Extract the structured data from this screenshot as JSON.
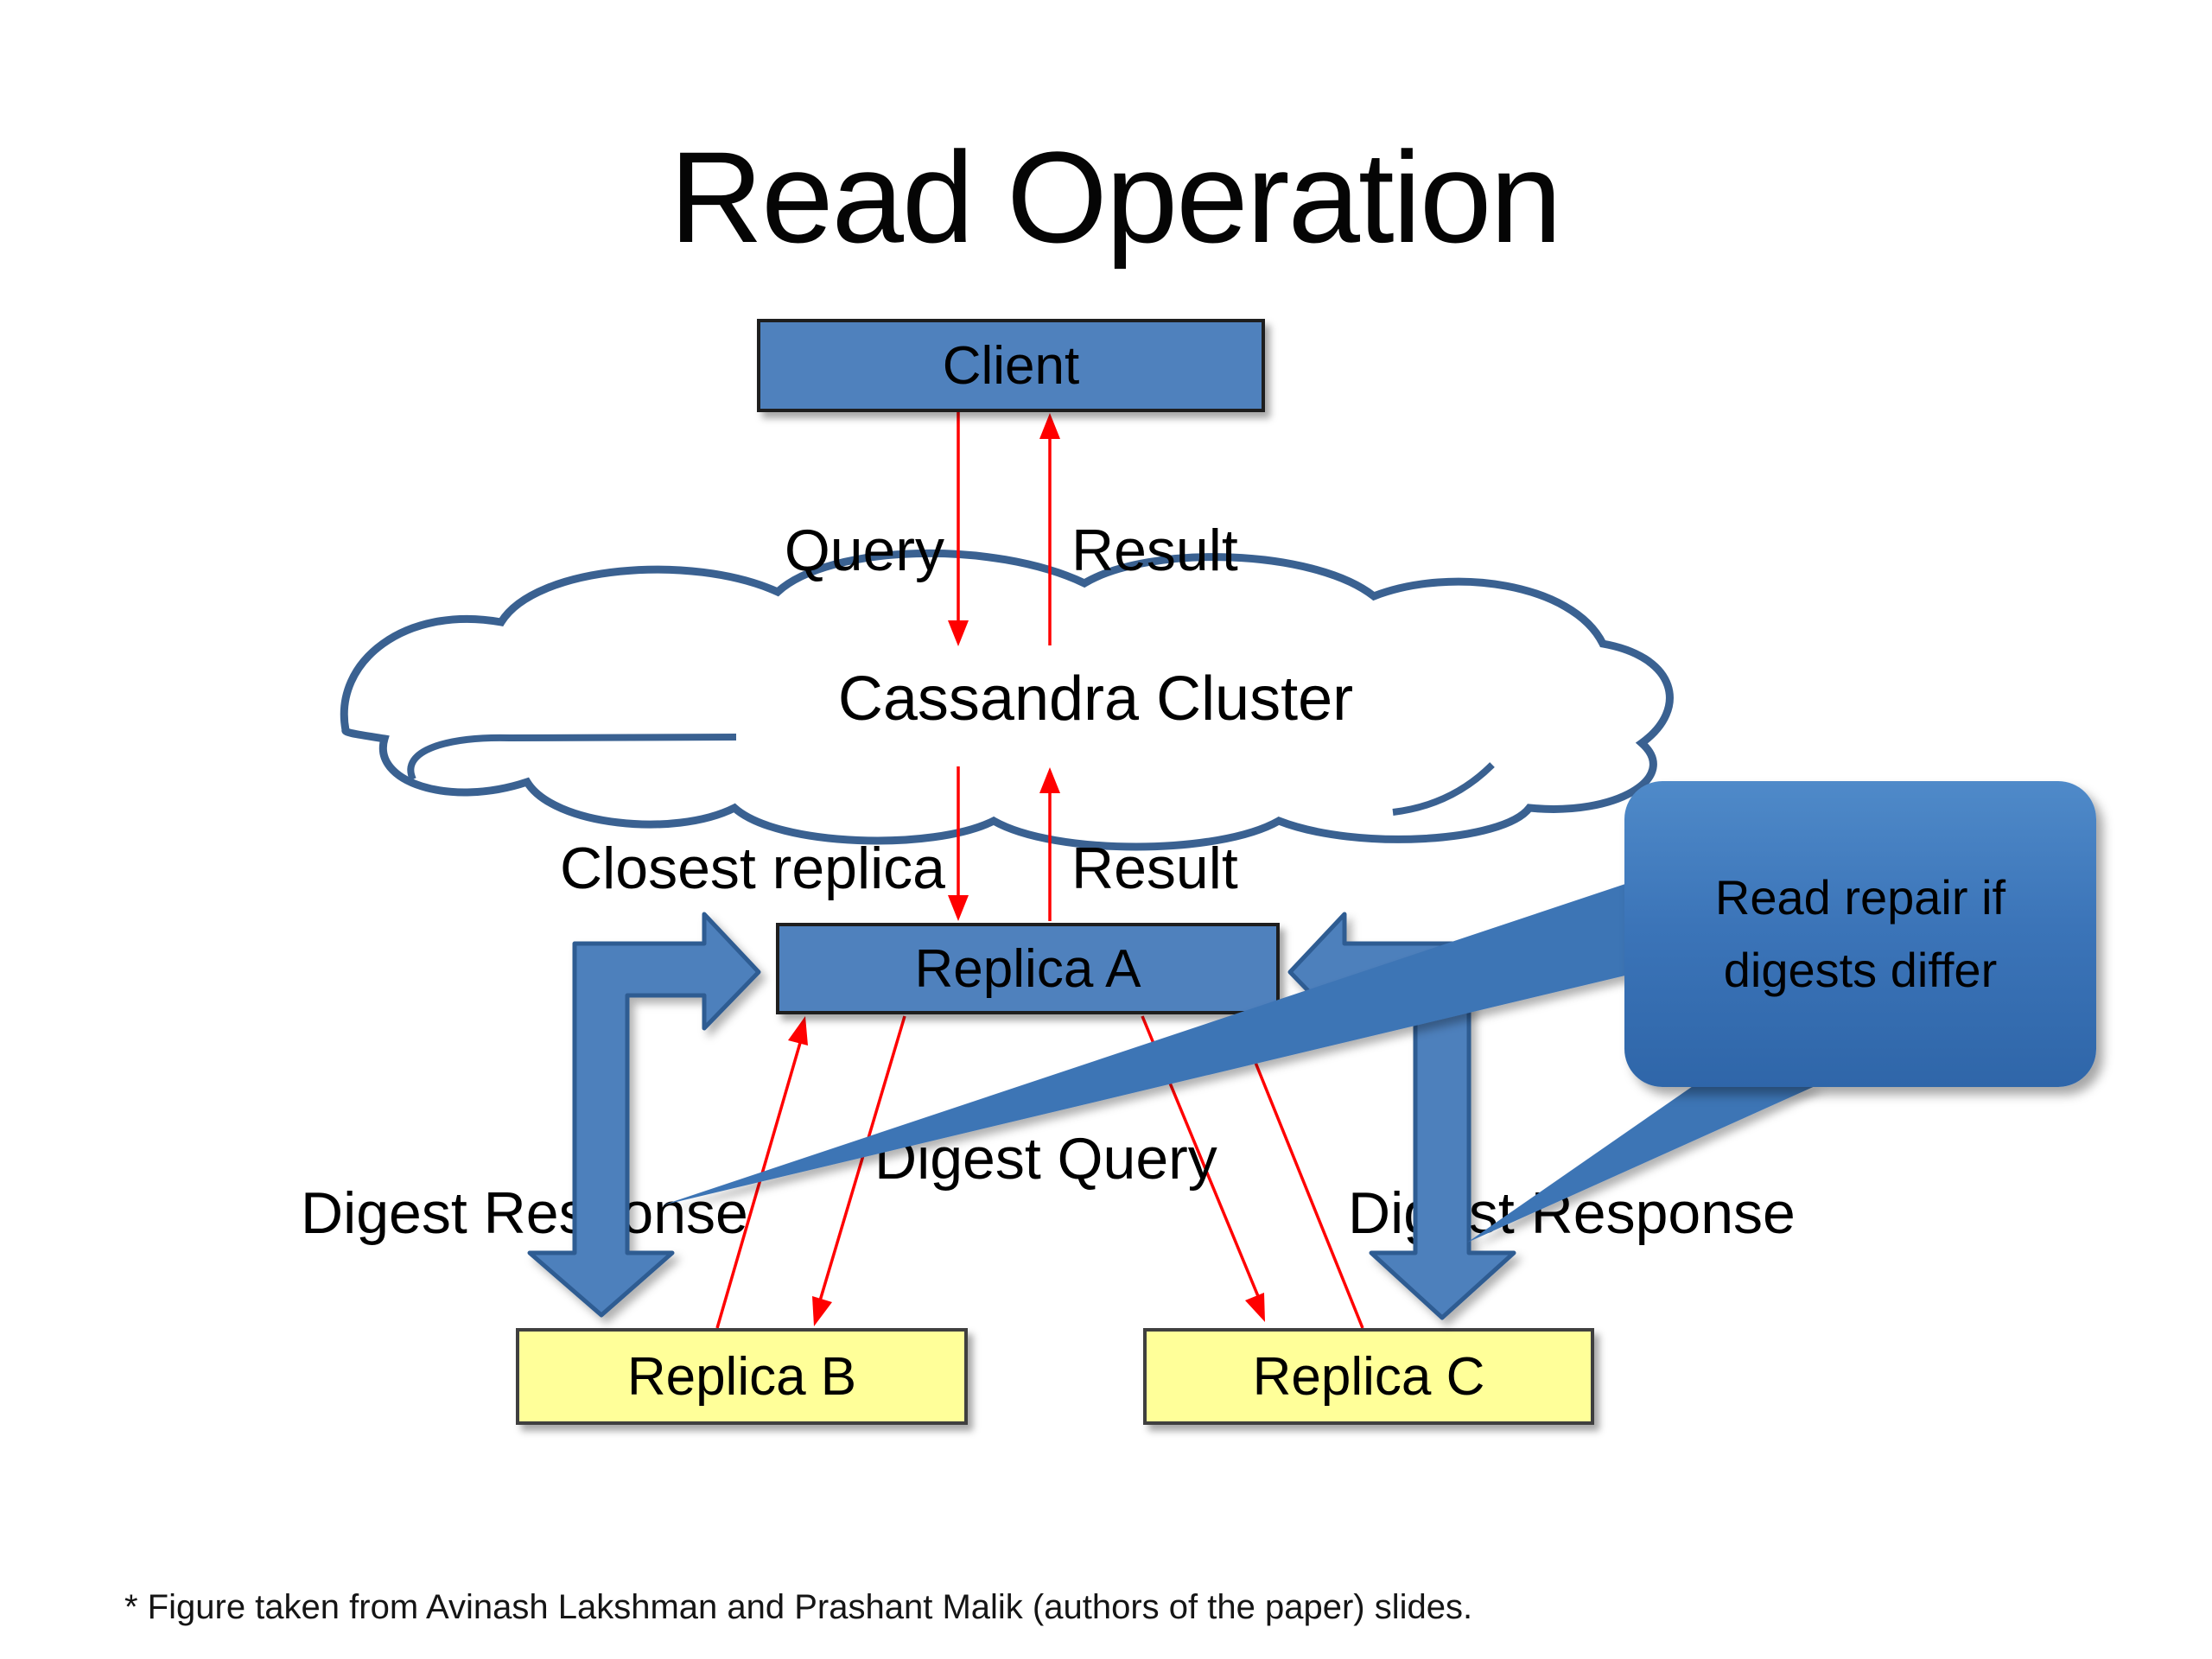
{
  "title": "Read Operation",
  "nodes": {
    "client": {
      "label": "Client"
    },
    "cluster": {
      "label": "Cassandra Cluster"
    },
    "replica_a": {
      "label": "Replica A"
    },
    "replica_b": {
      "label": "Replica B"
    },
    "replica_c": {
      "label": "Replica C"
    }
  },
  "edges": {
    "query": "Query",
    "result_upper": "Result",
    "closest_replica": "Closest replica",
    "result_lower": "Result",
    "digest_query": "Digest Query",
    "digest_response_left": "Digest Response",
    "digest_response_right": "Digest Response"
  },
  "callout": {
    "line1": "Read repair if",
    "line2": "digests differ"
  },
  "footer": "* Figure taken from  Avinash Lakshman and Prashant Malik (authors of the paper) slides.",
  "colors": {
    "node_blue": "#4F81BD",
    "node_yellow": "#FFFF99",
    "arrow_blue": "#4E80BC",
    "arrow_border": "#2F5B92",
    "cloud_stroke": "#3A6191",
    "connector_red": "#FF0000",
    "callout_top": "#4F8AC9",
    "callout_bottom": "#2F66A9"
  }
}
